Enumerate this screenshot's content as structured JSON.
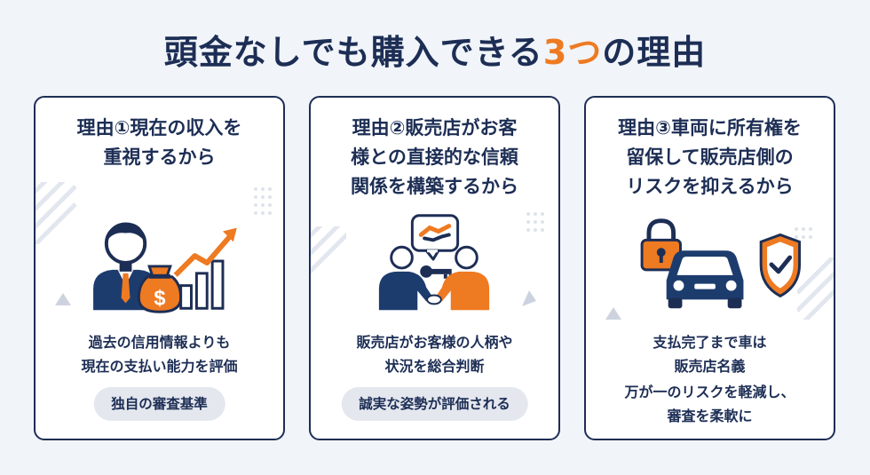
{
  "title": {
    "main": "頭金なしでも購入できる",
    "accent": "3つ",
    "tail": "の理由"
  },
  "cards": [
    {
      "title_lines": [
        "理由①現在の収入を",
        "重視するから"
      ],
      "desc_lines": [
        "過去の信用情報よりも",
        "現在の支払い能力を評価"
      ],
      "pill": "独自の審査基準",
      "money_symbol": "$"
    },
    {
      "title_lines": [
        "理由②販売店がお客",
        "様との直接的な信頼",
        "関係を構築するから"
      ],
      "desc_lines": [
        "販売店がお客様の人柄や",
        "状況を総合判断"
      ],
      "pill": "誠実な姿勢が評価される"
    },
    {
      "title_lines": [
        "理由③車両に所有権を",
        "留保して販売店側の",
        "リスクを抑えるから"
      ],
      "desc_lines": [
        "支払完了まで車は",
        "販売店名義"
      ],
      "desc2_lines": [
        "万が一のリスクを軽減し、",
        "審査を柔軟に"
      ]
    }
  ],
  "colors": {
    "navy": "#1d2e55",
    "orange": "#ee7a22",
    "pill_bg": "#e4e7ee",
    "background": "#f1f4f9"
  },
  "icons": [
    "businessman-icon",
    "money-bag-icon",
    "growth-chart-icon",
    "handshake-icon",
    "key-icon",
    "padlock-icon",
    "car-icon",
    "shield-check-icon"
  ]
}
